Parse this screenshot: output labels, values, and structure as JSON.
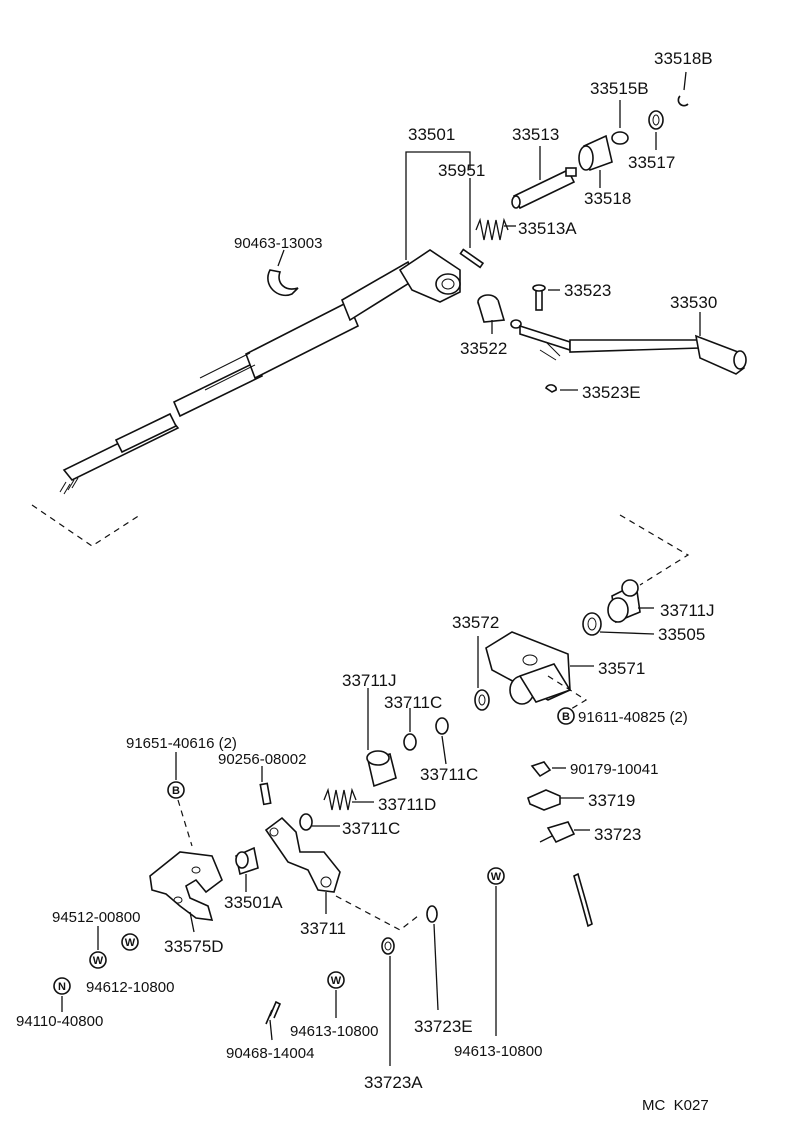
{
  "labels": {
    "p33518B": "33518B",
    "p33515B": "33515B",
    "p33517": "33517",
    "p33501": "33501",
    "p33513": "33513",
    "p35951": "35951",
    "p33518": "33518",
    "p33513A": "33513A",
    "p90463": "90463-13003",
    "p33523": "33523",
    "p33530": "33530",
    "p33522": "33522",
    "p33523E": "33523E",
    "p33711J_top": "33711J",
    "p33505": "33505",
    "p33572": "33572",
    "p33571": "33571",
    "p91611": "91611-40825 (2)",
    "p33711J_mid": "33711J",
    "p33711C_a": "33711C",
    "p33711C_b": "33711C",
    "p91651": "91651-40616 (2)",
    "p90256": "90256-08002",
    "p90179": "90179-10041",
    "p33719": "33719",
    "p33711D": "33711D",
    "p33711C_c": "33711C",
    "p33723": "33723",
    "p33501A": "33501A",
    "p33711": "33711",
    "p94512": "94512-00800",
    "p33575D": "33575D",
    "p94612": "94612-10800",
    "p94110": "94110-40800",
    "p94613_a": "94613-10800",
    "p33723E": "33723E",
    "p94613_b": "94613-10800",
    "p90468": "90468-14004",
    "p33723A": "33723A",
    "footer": "MC  K027"
  },
  "symbols": {
    "b1": "B",
    "b2": "B",
    "w1": "W",
    "w2": "W",
    "w3": "W",
    "w4": "W",
    "n1": "N"
  }
}
